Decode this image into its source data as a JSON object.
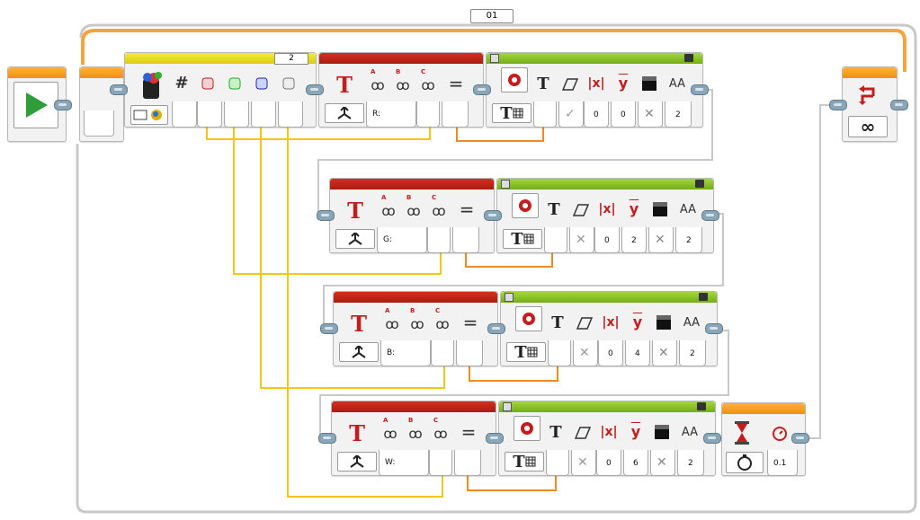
{
  "loop": {
    "name": "01",
    "count_symbol": "∞"
  },
  "color_sensor": {
    "port": "2",
    "mode_icons": [
      "hash-icon",
      "red-reflect-icon",
      "green-reflect-icon",
      "blue-reflect-icon",
      "white-reflect-icon"
    ],
    "channel_letters": [
      "R",
      "G",
      "B",
      "W"
    ]
  },
  "text_blocks": [
    {
      "input_a": "R:",
      "letters": [
        "A",
        "B",
        "C"
      ],
      "equals": "="
    },
    {
      "input_a": "G:",
      "letters": [
        "A",
        "B",
        "C"
      ],
      "equals": "="
    },
    {
      "input_a": "B:",
      "letters": [
        "A",
        "B",
        "C"
      ],
      "equals": "="
    },
    {
      "input_a": "W:",
      "letters": [
        "A",
        "B",
        "C"
      ],
      "equals": "="
    }
  ],
  "display_blocks": [
    {
      "clear": "✓",
      "x": "0",
      "y": "0",
      "color": "✕",
      "font": "2"
    },
    {
      "clear": "✕",
      "x": "0",
      "y": "2",
      "color": "✕",
      "font": "2"
    },
    {
      "clear": "✕",
      "x": "0",
      "y": "4",
      "color": "✕",
      "font": "2"
    },
    {
      "clear": "✕",
      "x": "0",
      "y": "6",
      "color": "✕",
      "font": "2"
    }
  ],
  "display_header": {
    "t": "T",
    "x_label": "x",
    "y_label": "y",
    "aa": "AA"
  },
  "wait_block": {
    "seconds": "0.1"
  },
  "colors": {
    "yellow_wire": "#f5c518",
    "orange_wire": "#f08a24",
    "seq_wire": "#bdbdbd"
  }
}
